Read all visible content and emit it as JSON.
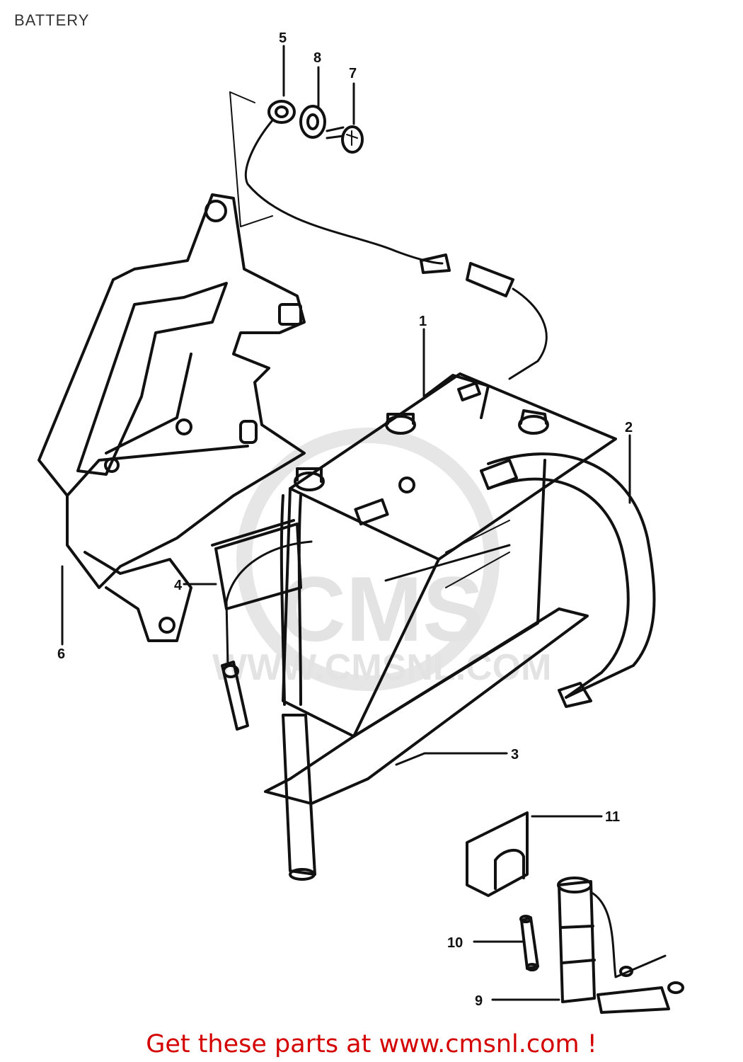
{
  "page": {
    "title": "BATTERY"
  },
  "watermark": {
    "text": "WWW.CMSNL.COM",
    "brand": "CMS"
  },
  "callouts": [
    "1",
    "2",
    "3",
    "4",
    "5",
    "6",
    "7",
    "8",
    "9",
    "10",
    "11"
  ],
  "footer": {
    "text": "Get these parts at www.cmsnl.com !"
  },
  "colors": {
    "line": "#111111",
    "footer": "#d40000",
    "watermark": "#e3e3e3"
  }
}
